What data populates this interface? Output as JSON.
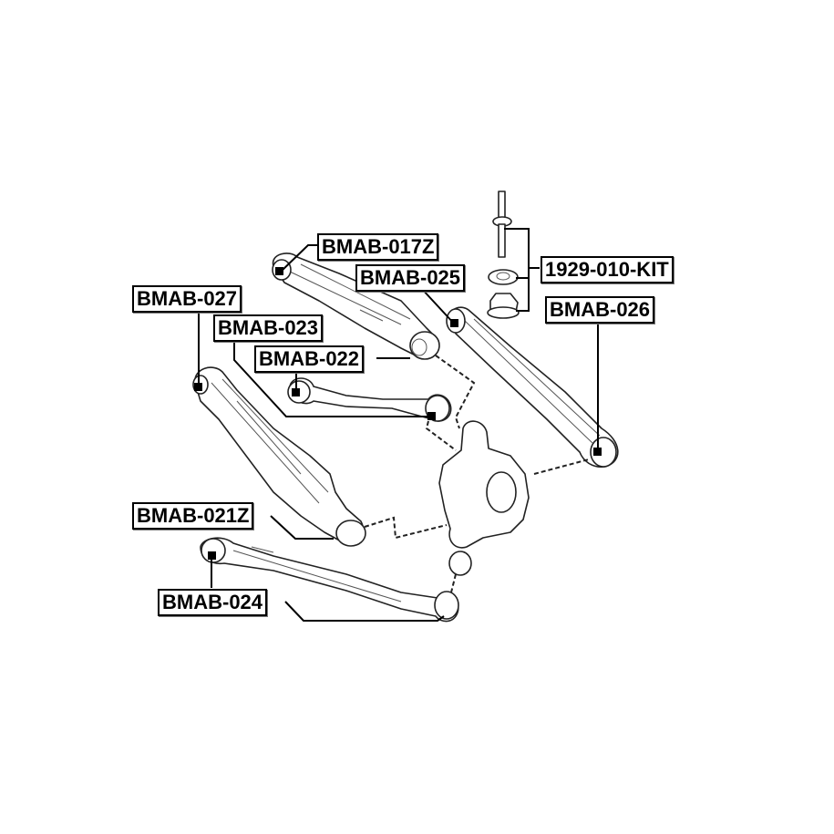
{
  "labels": {
    "bmab_017z": "BMAB-017Z",
    "bmab_025": "BMAB-025",
    "kit": "1929-010-KIT",
    "bmab_026": "BMAB-026",
    "bmab_027": "BMAB-027",
    "bmab_023": "BMAB-023",
    "bmab_022": "BMAB-022",
    "bmab_021z": "BMAB-021Z",
    "bmab_024": "BMAB-024"
  },
  "colors": {
    "line": "#000000",
    "background": "#ffffff"
  }
}
